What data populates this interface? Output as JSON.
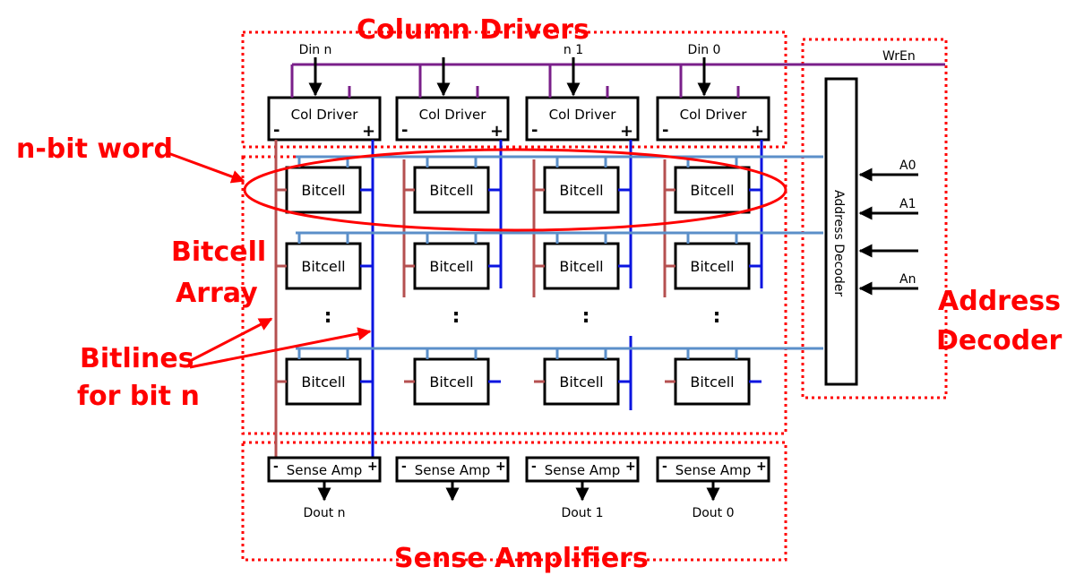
{
  "colors": {
    "callout_red": "#ff0000",
    "wordline_blue": "#5b8fc9",
    "bitline_pos_blue": "#0a14e0",
    "bitline_neg_rust": "#b55050",
    "wren_purple": "#7a1f8a",
    "ink": "#000000"
  },
  "labels": {
    "column_drivers": "Column Drivers",
    "n_bit_word": "n-bit word",
    "bitcell_array_line1": "Bitcell",
    "bitcell_array_line2": "Array",
    "bitlines_line1": "Bitlines",
    "bitlines_line2": "for bit n",
    "sense_amplifiers": "Sense Amplifiers",
    "address_decoder_line1": "Address",
    "address_decoder_line2": "Decoder"
  },
  "signals": {
    "wren": "WrEn",
    "din": [
      "Din n",
      "",
      "n 1",
      "Din 0"
    ],
    "dout": [
      "Dout n",
      "",
      "Dout 1",
      "Dout 0"
    ],
    "address_inputs": [
      "A0",
      "A1",
      "",
      "An"
    ]
  },
  "blocks": {
    "col_driver": "Col Driver",
    "sense_amp": "Sense Amp",
    "bitcell": "Bitcell",
    "address_decoder": "Address Decoder",
    "plus": "+",
    "minus": "-",
    "ellipsis": ":"
  }
}
